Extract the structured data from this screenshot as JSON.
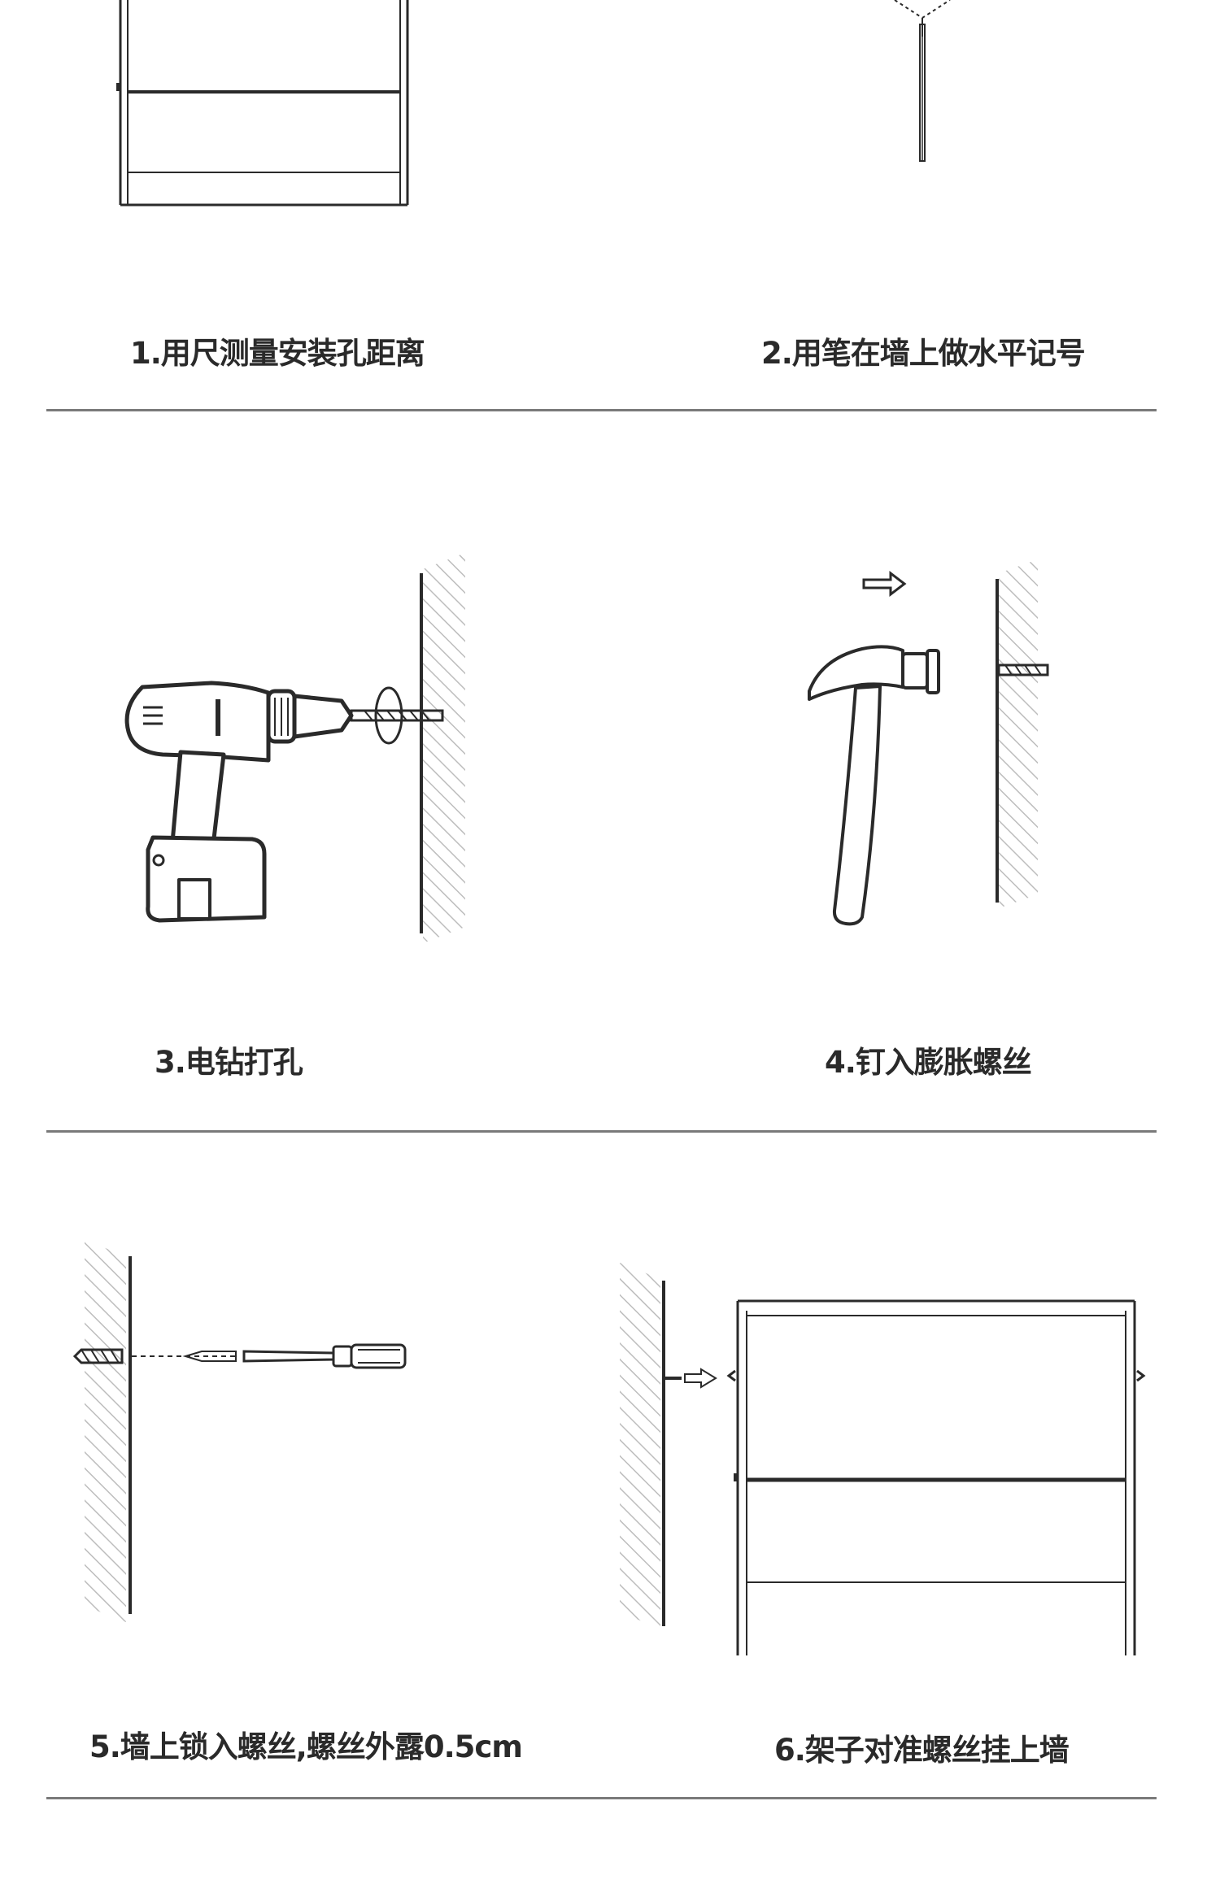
{
  "steps": [
    {
      "number": "1",
      "caption": "1.用尺测量安装孔距离"
    },
    {
      "number": "2",
      "caption": "2.用笔在墙上做水平记号"
    },
    {
      "number": "3",
      "caption": "3.电钻打孔"
    },
    {
      "number": "4",
      "caption": "4.钉入膨胀螺丝"
    },
    {
      "number": "5",
      "caption": "5.墙上锁入螺丝,螺丝外露0.5cm"
    },
    {
      "number": "6",
      "caption": "6.架子对准螺丝挂上墙"
    }
  ],
  "colors": {
    "line": "#2a2a2a",
    "divider": "#7a7a7a",
    "hatch": "#bdbdbd",
    "background": "#ffffff"
  }
}
